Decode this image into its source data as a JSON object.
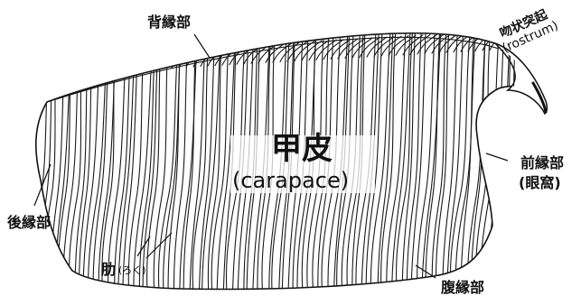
{
  "labels": {
    "carapace_jp": "甲皮",
    "carapace_en": "(carapace)",
    "dorsal_margin": "背縁部",
    "rostrum_jp": "吻状突起",
    "rostrum_en": "(rostrum)",
    "anterior_margin": "前縁部",
    "anterior_margin_sub": "(眼窩)",
    "posterior_margin": "後縁部",
    "ventral_margin": "腹縁部",
    "ribs": "肋",
    "ribs_reading": "(ろく)"
  },
  "colors": {
    "ink": "#111111",
    "paper": "#ffffff"
  }
}
